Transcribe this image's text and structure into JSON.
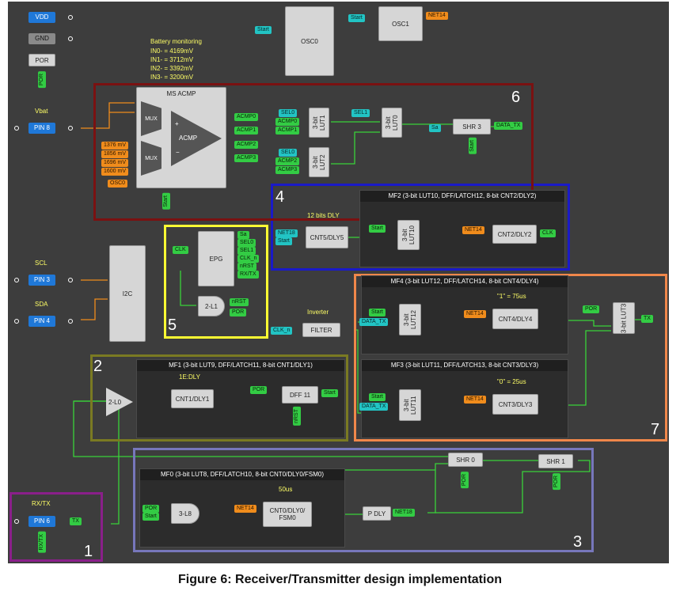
{
  "caption": "Figure 6: Receiver/Transmitter design implementation",
  "pins": {
    "vdd": "VDD",
    "gnd": "GND",
    "por": "POR",
    "por_out": "POR",
    "vbat_title": "Vbat",
    "pin8": "PIN 8",
    "scl_title": "SCL",
    "pin3": "PIN 3",
    "sda_title": "SDA",
    "pin4": "PIN 4",
    "rxtx_title": "RX/TX",
    "pin6": "PIN 6",
    "tx": "TX",
    "rxtx_out": "RX/TX"
  },
  "battery": {
    "title": "Battery monitoring",
    "in0": "IN0- = 4169mV",
    "in1": "IN1- = 3712mV",
    "in2": "IN2- = 3392mV",
    "in3": "IN3- = 3200mV"
  },
  "osc": {
    "osc0": "OSC0",
    "osc1": "OSC1",
    "start0": "Start",
    "start1": "Start",
    "net14": "NET14"
  },
  "acmp": {
    "title": "MS ACMP",
    "mux1": "MUX",
    "mux2": "MUX",
    "acmp": "ACMP",
    "plus": "+",
    "minus": "−",
    "refs": [
      "1376 mV",
      "1856 mV",
      "1696 mV",
      "1600 mV"
    ],
    "osc0": "OSC0",
    "outs": [
      "ACMP0",
      "ACMP1",
      "ACMP2",
      "ACMP3"
    ],
    "start": "Start"
  },
  "lut_area": {
    "sel0_a": "SEL0",
    "acmp0": "ACMP0",
    "acmp1": "ACMP1",
    "lut1": "3-bit LUT1",
    "sel1": "SEL1",
    "lut0": "3-bit LUT0",
    "sa": "Sa",
    "shr3": "SHR 3",
    "data_tx": "DATA_TX",
    "start": "Start",
    "sel0_b": "SEL0",
    "acmp2": "ACMP2",
    "acmp3": "ACMP3",
    "lut2": "3-bit LUT2"
  },
  "mf2": {
    "title": "MF2 (3-bit LUT10, DFF/LATCH12, 8-bit CNT2/DLY2)",
    "dly_title": "12 bits DLY",
    "net18": "NET18",
    "start_in": "Start",
    "cnt5": "CNT5/DLY5",
    "start": "Start",
    "lut10": "3-bit LUT10",
    "net14": "NET14",
    "cnt2": "CNT2/DLY2",
    "clk": "CLK"
  },
  "i2c": {
    "label": "I2C"
  },
  "epg": {
    "clk": "CLK",
    "label": "EPG",
    "outs": [
      "Sa",
      "SEL0",
      "SEL1",
      "CLK_n",
      "nRST",
      "RX/TX"
    ],
    "l1": "2-L1",
    "nrst": "nRST",
    "por": "POR"
  },
  "filter": {
    "title": "Inverter",
    "clk_n": "CLK_n",
    "label": "FILTER"
  },
  "mf4": {
    "title": "MF4 (3-bit LUT12, DFF/LATCH14, 8-bit CNT4/DLY4)",
    "note": "\"1\" = 75us",
    "start": "Start",
    "data_tx": "DATA_TX",
    "lut12": "3-bit LUT12",
    "net14": "NET14",
    "cnt4": "CNT4/DLY4"
  },
  "mf3": {
    "title": "MF3 (3-bit LUT11, DFF/LATCH13, 8-bit CNT3/DLY3)",
    "note": "\"0\" = 25us",
    "start": "Start",
    "data_tx": "DATA_TX",
    "lut11": "3-bit LUT11",
    "net14": "NET14",
    "cnt3": "CNT3/DLY3"
  },
  "lut3": {
    "por": "POR",
    "label": "3-bit LUT3",
    "tx": "TX"
  },
  "mf1": {
    "title": "MF1 (3-bit LUT9, DFF/LATCH11, 8-bit CNT1/DLY1)",
    "note": "1E:DLY",
    "l0": "2-L0",
    "cnt1": "CNT1/DLY1",
    "por": "POR",
    "dff11": "DFF 11",
    "start": "Start",
    "nrst": "nRST"
  },
  "mf0": {
    "title": "MF0 (3-bit LUT8, DFF/LATCH10, 8-bit CNT0/DLY0/FSM0)",
    "note": "50us",
    "por": "POR",
    "start": "Start",
    "l8": "3-L8",
    "net14": "NET14",
    "cnt0": "CNT0/DLY0/ FSM0",
    "pdly": "P DLY",
    "net18": "NET18",
    "shr0": "SHR 0",
    "shr1": "SHR 1",
    "por0": "POR",
    "por1": "POR"
  },
  "frames": {
    "f1": "1",
    "f2": "2",
    "f3": "3",
    "f3b": "3",
    "f4": "4",
    "f5": "5",
    "f6": "6",
    "f7": "7"
  },
  "colors": {
    "canvas": "#3d3d3d",
    "wire_green": "#39d339",
    "wire_orange": "#f08c1c",
    "frame1": "#8a1f8a",
    "frame2": "#7a7a22",
    "frame3": "#7777bb",
    "frame4": "#1a1ac8",
    "frame5": "#ffff33",
    "frame6": "#7a1111",
    "frame7": "#f0874a"
  }
}
